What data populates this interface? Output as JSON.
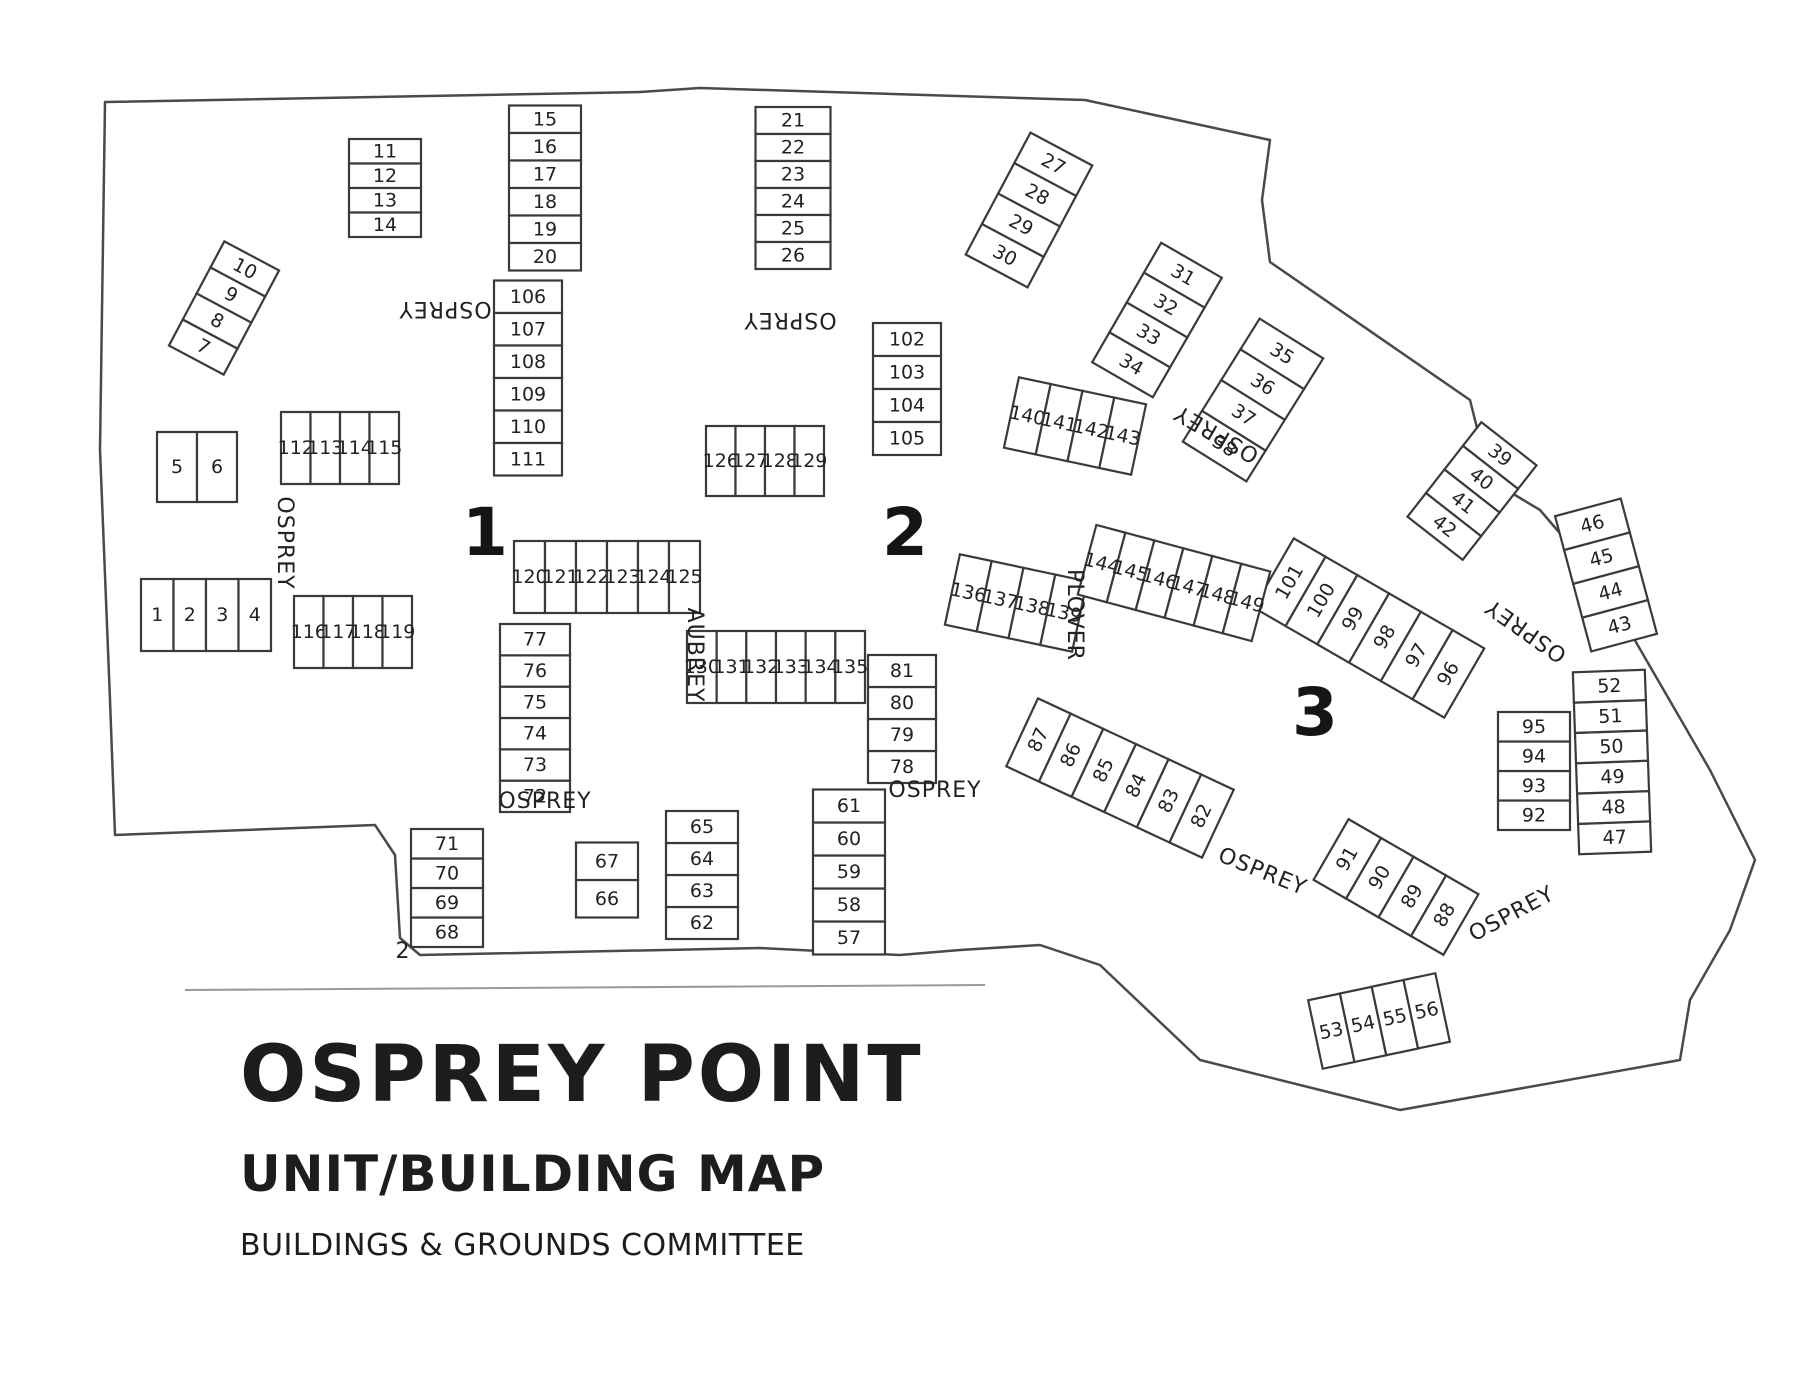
{
  "title": "OSPREY POINT",
  "subtitle": "UNIT/BUILDING MAP",
  "committee": "BUILDINGS & GROUNDS COMMITTEE",
  "page_marker": "2",
  "sections": [
    "1",
    "2",
    "3"
  ],
  "streets": {
    "osprey": "OSPREY",
    "aubrey": "AUBREY",
    "plover": "PLOVER"
  },
  "buildings": [
    [
      "11",
      "12",
      "13",
      "14"
    ],
    [
      "15",
      "16",
      "17",
      "18",
      "19",
      "20"
    ],
    [
      "21",
      "22",
      "23",
      "24",
      "25",
      "26"
    ],
    [
      "27",
      "28",
      "29",
      "30"
    ],
    [
      "31",
      "32",
      "33",
      "34"
    ],
    [
      "35",
      "36",
      "37",
      "38"
    ],
    [
      "39",
      "40",
      "41",
      "42"
    ],
    [
      "43",
      "44",
      "45",
      "46"
    ],
    [
      "47",
      "48",
      "49",
      "50",
      "51",
      "52"
    ],
    [
      "53",
      "54",
      "55",
      "56"
    ],
    [
      "57",
      "58",
      "59",
      "60",
      "61"
    ],
    [
      "62",
      "63",
      "64",
      "65"
    ],
    [
      "66",
      "67"
    ],
    [
      "68",
      "69",
      "70",
      "71"
    ],
    [
      "72",
      "73",
      "74",
      "75",
      "76",
      "77"
    ],
    [
      "78",
      "79",
      "80",
      "81"
    ],
    [
      "82",
      "83",
      "84",
      "85",
      "86",
      "87"
    ],
    [
      "88",
      "89",
      "90",
      "91"
    ],
    [
      "92",
      "93",
      "94",
      "95"
    ],
    [
      "96",
      "97",
      "98",
      "99",
      "100",
      "101"
    ],
    [
      "102",
      "103",
      "104",
      "105"
    ],
    [
      "106",
      "107",
      "108",
      "109",
      "110",
      "111"
    ],
    [
      "112",
      "113",
      "114",
      "115"
    ],
    [
      "116",
      "117",
      "118",
      "119"
    ],
    [
      "120",
      "121",
      "122",
      "123",
      "124",
      "125"
    ],
    [
      "126",
      "127",
      "128",
      "129"
    ],
    [
      "130",
      "131",
      "132",
      "133",
      "134",
      "135"
    ],
    [
      "136",
      "137",
      "138",
      "139"
    ],
    [
      "140",
      "141",
      "142",
      "143"
    ],
    [
      "144",
      "145",
      "146",
      "147",
      "148",
      "149"
    ],
    [
      "1",
      "2",
      "3",
      "4"
    ],
    [
      "5",
      "6"
    ],
    [
      "7",
      "8",
      "9",
      "10"
    ]
  ]
}
